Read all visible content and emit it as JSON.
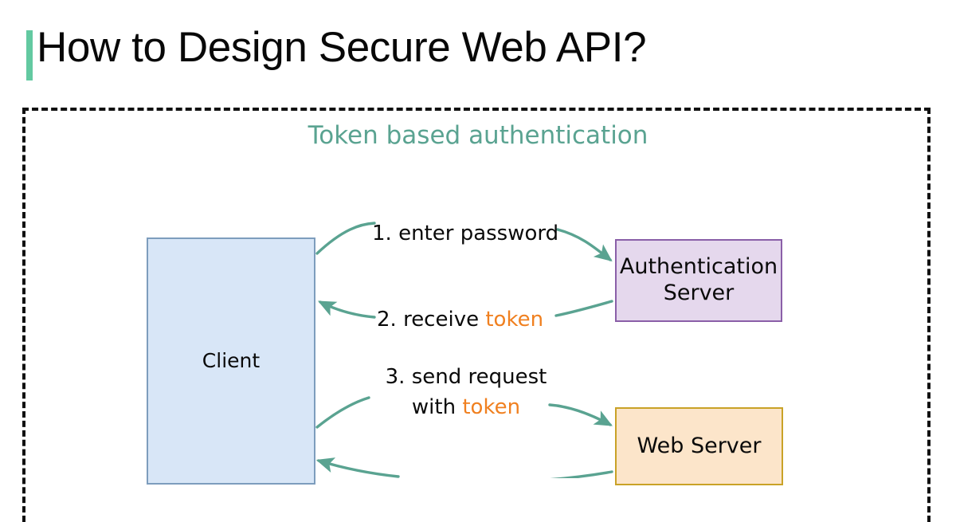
{
  "page": {
    "title": "How to Design Secure Web API?",
    "background_color": "#ffffff",
    "accent_bar_color": "#63c9a1"
  },
  "diagram": {
    "subtitle": "Token based authentication",
    "subtitle_color": "#5aa391",
    "frame_style": "dashed",
    "frame_color": "#111111",
    "arrow_color": "#5aa391",
    "token_highlight_color": "#f08020",
    "nodes": [
      {
        "id": "client",
        "label": "Client",
        "fill": "#d8e6f7",
        "stroke": "#7d9dbd"
      },
      {
        "id": "auth-server",
        "label": "Authentication\nServer",
        "label_line1": "Authentication",
        "label_line2": "Server",
        "fill": "#e5d8ed",
        "stroke": "#8a5fa8"
      },
      {
        "id": "web-server",
        "label": "Web Server",
        "fill": "#fce5ca",
        "stroke": "#c9a227"
      }
    ],
    "edges": [
      {
        "id": "step1",
        "from": "client",
        "to": "auth-server",
        "label": "1. enter password",
        "label_prefix": "1. enter password",
        "label_token": "",
        "label_suffix": ""
      },
      {
        "id": "step2",
        "from": "auth-server",
        "to": "client",
        "label": "2. receive token",
        "label_prefix": "2. receive ",
        "label_token": "token",
        "label_suffix": ""
      },
      {
        "id": "step3",
        "from": "client",
        "to": "web-server",
        "label": "3.  send request with token",
        "label_line1": "3.  send request",
        "label_prefix": "with ",
        "label_token": "token",
        "label_suffix": ""
      },
      {
        "id": "step4",
        "from": "web-server",
        "to": "client",
        "label": ""
      }
    ]
  }
}
